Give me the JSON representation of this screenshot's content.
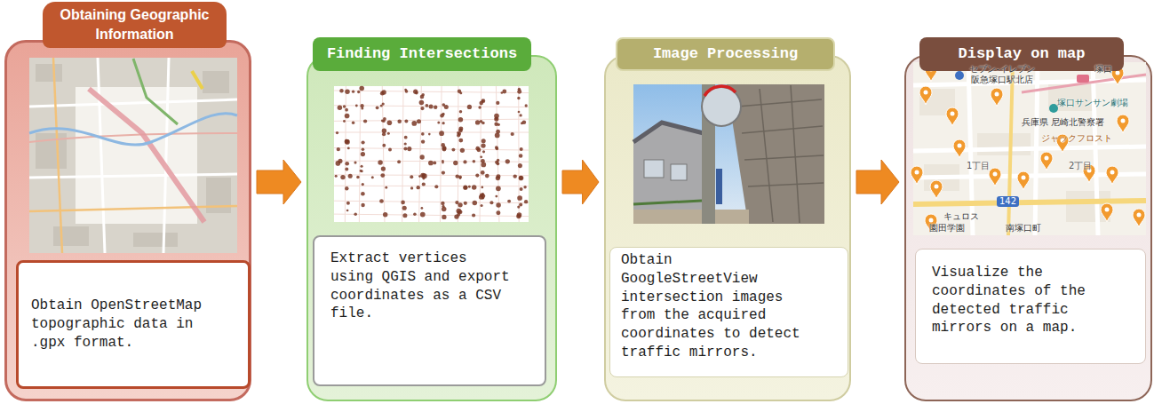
{
  "diagram": {
    "nodes": [
      {
        "text": [
          "Obtaining Geographic Information",
          "Obtain OpenStreetMap topographic data in .gpx format."
        ]
      },
      {
        "text": [
          "Finding Intersections",
          "Extract vertices using QGIS and export coordinates as a CSV file."
        ]
      },
      {
        "text": [
          "Image Processing",
          "Obtain GoogleStreetView intersection images from the acquired coordinates to detect traffic mirrors."
        ]
      },
      {
        "text": [
          "Display on map",
          "Visualize the coordinates of the detected traffic mirrors on a map."
        ]
      }
    ],
    "edges": [
      {
        "from": 0,
        "to": 1,
        "arrow": "to"
      },
      {
        "from": 1,
        "to": 2,
        "arrow": "to"
      },
      {
        "from": 2,
        "to": 3,
        "arrow": "to"
      }
    ],
    "labels": [
      "セブン-イレブン 阪急塚口駅北店",
      "塚口",
      "塚口サンサン劇場",
      "兵庫県 尼崎北警察署",
      "ジャックフロスト",
      "1丁目",
      "2丁目",
      "142",
      "キュロス",
      "園田学園",
      "南塚口町"
    ]
  }
}
